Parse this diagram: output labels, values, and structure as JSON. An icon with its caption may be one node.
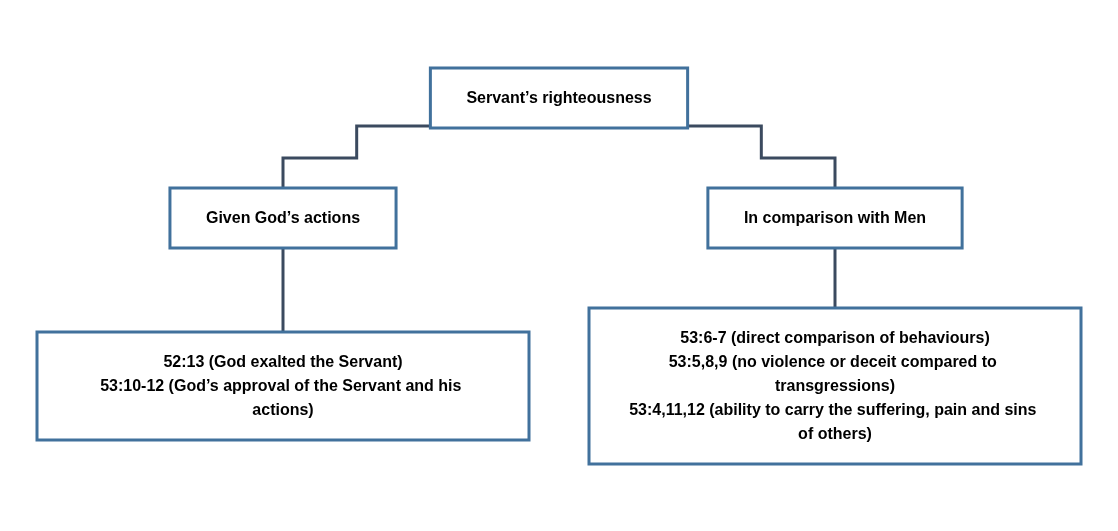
{
  "diagram": {
    "nodes": [
      {
        "text": [
          "Servant’s righteousness"
        ]
      },
      {
        "text": [
          "Given God’s actions"
        ]
      },
      {
        "text": [
          "In comparison with Men"
        ]
      },
      {
        "text": [
          "52:13 (God exalted the Servant)",
          "53:10-12 (God’s approval of the Servant and his actions)"
        ]
      },
      {
        "text": [
          "53:6-7 (direct comparison of behaviours)",
          "53:5,8,9 (no violence or deceit compared to transgressions)",
          "53:4,11,12 (ability to carry the suffering, pain and sins of others)"
        ]
      }
    ],
    "edges": [
      {
        "from": 0,
        "to": 1,
        "arrow": "none"
      },
      {
        "from": 0,
        "to": 2,
        "arrow": "none"
      },
      {
        "from": 1,
        "to": 3,
        "arrow": "none"
      },
      {
        "from": 2,
        "to": 4,
        "arrow": "none"
      }
    ]
  }
}
